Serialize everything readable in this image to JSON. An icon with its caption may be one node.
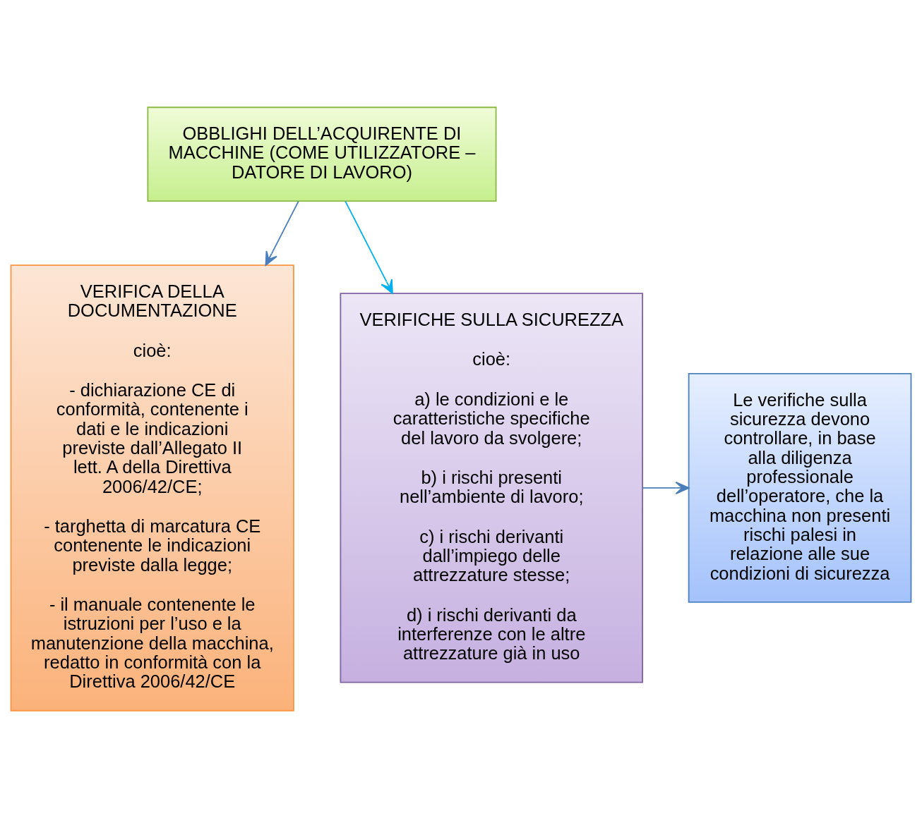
{
  "diagram": {
    "nodes": [
      {
        "text": [
          "OBBLIGHI DELL’ACQUIRENTE DI MACCHINE (COME UTILIZZATORE – DATORE DI LAVORO)"
        ]
      },
      {
        "text": [
          "VERIFICA DELLA DOCUMENTAZIONE",
          "cioè:",
          "- dichiarazione CE di conformità, contenente i dati e le indicazioni previste dall’Allegato II lett. A della Direttiva 2006/42/CE;",
          "- targhetta di marcatura CE contenente le indicazioni previste dalla legge;",
          "- il manuale contenente le istruzioni per l’uso e la manutenzione della macchina, redatto in conformità con la Direttiva 2006/42/CE"
        ]
      },
      {
        "text": [
          "VERIFICHE SULLA SICUREZZA",
          "cioè:",
          "a) le condizioni e le caratteristiche specifiche del lavoro da svolgere;",
          "b) i rischi presenti nell’ambiente di lavoro;",
          "c) i rischi derivanti dall’impiego delle attrezzature stesse;",
          "d) i rischi derivanti da interferenze con le altre attrezzature già in uso"
        ]
      },
      {
        "text": [
          "Le verifiche sulla sicurezza devono controllare, in base alla diligenza professionale dell’operatore, che la macchina non presenti rischi palesi in relazione alle sue condizioni di sicurezza"
        ]
      }
    ],
    "edges": [
      {
        "from": 0,
        "to": 1,
        "arrow": "to"
      },
      {
        "from": 0,
        "to": 2,
        "arrow": "to",
        "color": "#00b0f0"
      },
      {
        "from": 2,
        "to": 3,
        "arrow": "to"
      }
    ]
  }
}
